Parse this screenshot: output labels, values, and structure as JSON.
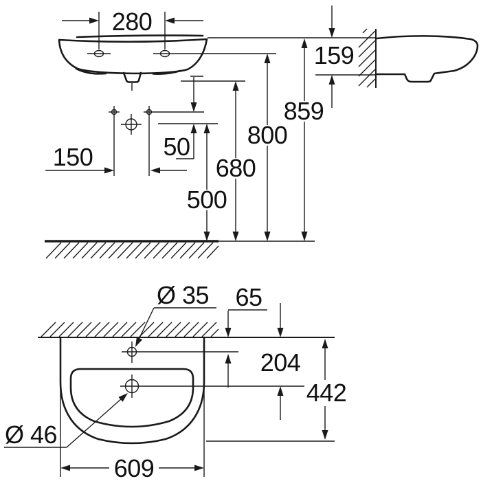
{
  "meta": {
    "drawing_type": "technical dimension drawing",
    "subject": "wall-hung washbasin installation drawing, front elevation with side profile and plan view",
    "line_color": "#1a1a1a",
    "background_color": "#ffffff",
    "units": "mm"
  },
  "dims": {
    "front": {
      "tap_hole_spacing": "280",
      "basin_depth_side": "159",
      "rim_height": "859",
      "fixing_hole_height": "800",
      "drain_height": "680",
      "trap_height": "500",
      "fixing_hole_spacing": "150",
      "hole_axis_offset": "50"
    },
    "plan": {
      "tap_hole_diameter": "Ø 35",
      "wall_to_tap_hole": "65",
      "wall_to_drain": "204",
      "basin_depth": "442",
      "drain_diameter": "Ø 46",
      "basin_width": "609"
    }
  }
}
